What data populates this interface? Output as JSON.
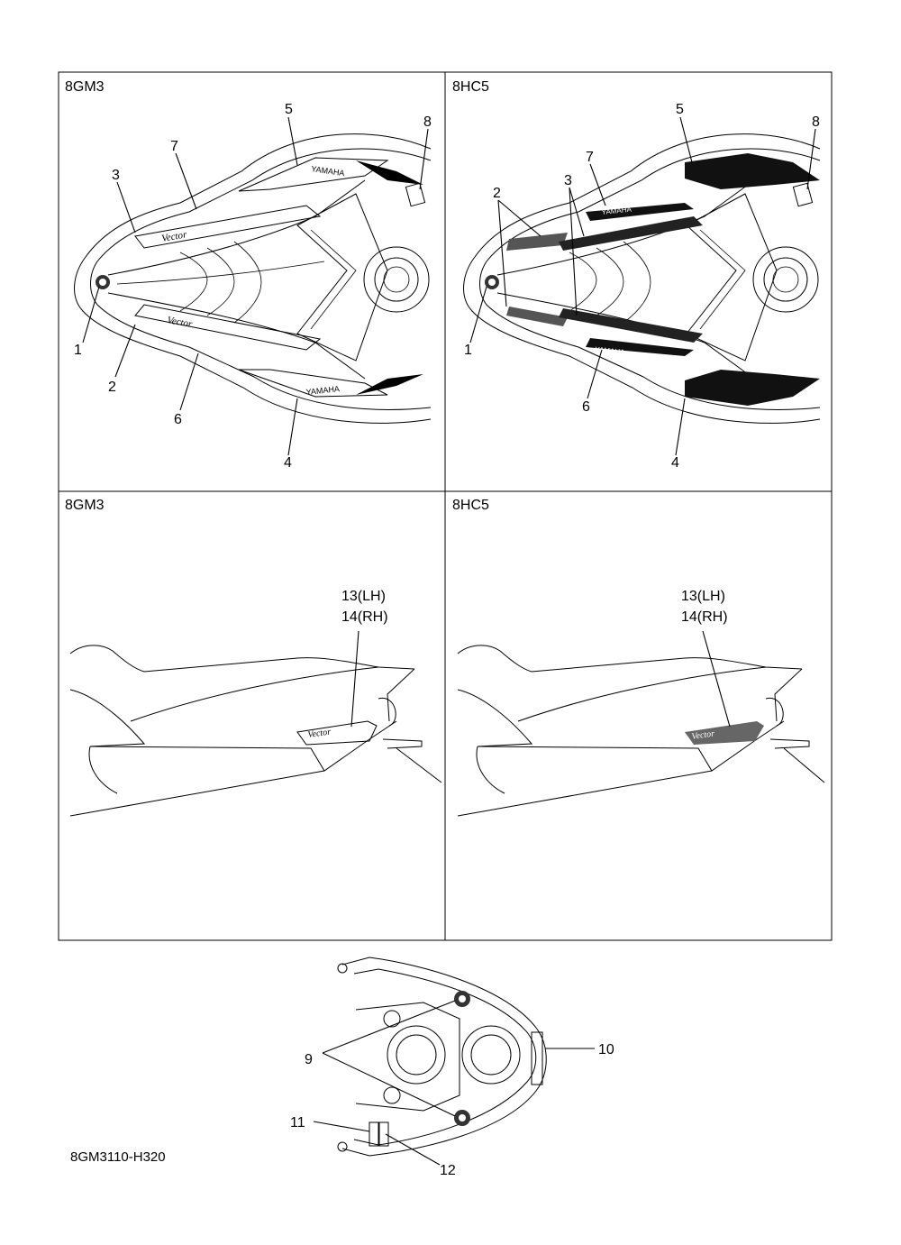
{
  "panels": {
    "top_left": {
      "model": "8GM3"
    },
    "top_right": {
      "model": "8HC5"
    },
    "bottom_left": {
      "model": "8GM3"
    },
    "bottom_right": {
      "model": "8HC5"
    }
  },
  "callouts": {
    "c1": "1",
    "c2": "2",
    "c3": "3",
    "c4": "4",
    "c5": "5",
    "c6": "6",
    "c7": "7",
    "c8": "8",
    "c9": "9",
    "c10": "10",
    "c11": "11",
    "c12": "12",
    "c13": "13(LH)",
    "c14": "14(RH)"
  },
  "decals": {
    "brand": "YAMAHA",
    "model_name": "Vector"
  },
  "drawing_code": "8GM3110-H320"
}
